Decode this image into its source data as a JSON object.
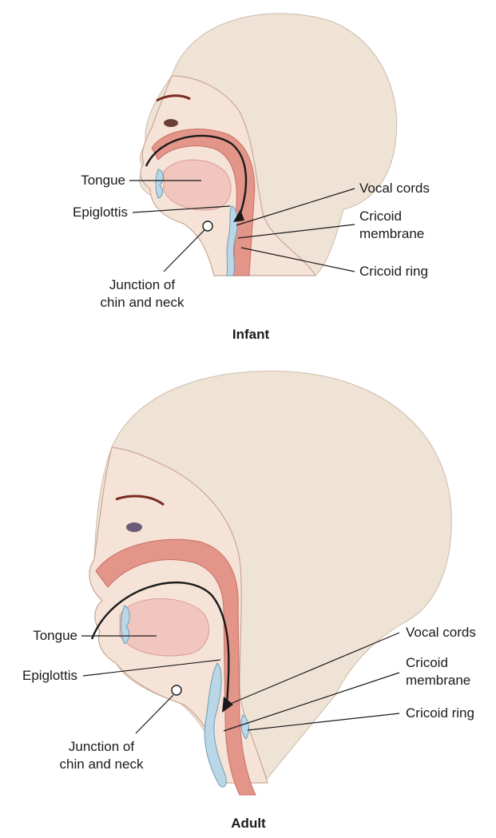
{
  "infant": {
    "labels": {
      "tongue": "Tongue",
      "epiglottis": "Epiglottis",
      "vocal_cords": "Vocal cords",
      "cricoid_membrane_line1": "Cricoid",
      "cricoid_membrane_line2": "membrane",
      "cricoid_ring": "Cricoid ring",
      "junction_line1": "Junction of",
      "junction_line2": "chin and neck"
    },
    "caption": "Infant"
  },
  "adult": {
    "labels": {
      "tongue": "Tongue",
      "epiglottis": "Epiglottis",
      "vocal_cords": "Vocal cords",
      "cricoid_membrane_line1": "Cricoid",
      "cricoid_membrane_line2": "membrane",
      "cricoid_ring": "Cricoid ring",
      "junction_line1": "Junction of",
      "junction_line2": "chin and neck"
    },
    "caption": "Adult"
  },
  "colors": {
    "skin": "#f6e3d8",
    "airway": "#e3958a",
    "cartilage": "#b9d7e6"
  }
}
